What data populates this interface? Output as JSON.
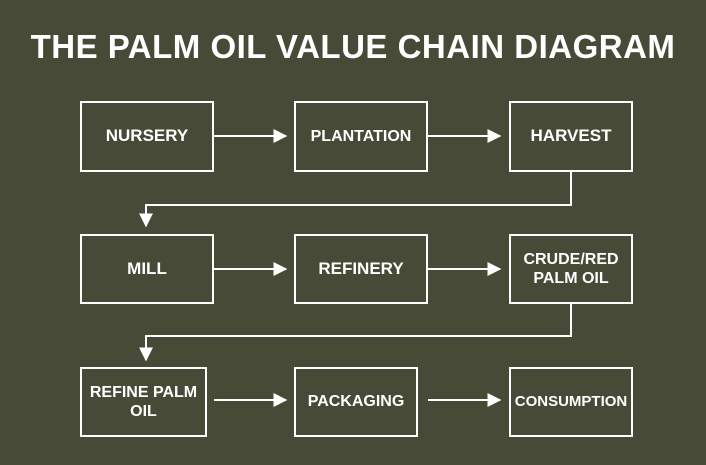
{
  "title": "THE PALM OIL VALUE CHAIN DIAGRAM",
  "colors": {
    "background": "#474a36",
    "foreground": "#ffffff"
  },
  "nodes": {
    "nursery": "NURSERY",
    "plantation": "PLANTATION",
    "harvest": "HARVEST",
    "mill": "MILL",
    "refinery": "REFINERY",
    "crude_red_palm_oil": "CRUDE/RED\nPALM OIL",
    "refine_palm_oil": "REFINE PALM\nOIL",
    "packaging": "PACKAGING",
    "consumption": "CONSUMPTION"
  },
  "flow": [
    [
      "nursery",
      "plantation"
    ],
    [
      "plantation",
      "harvest"
    ],
    [
      "harvest",
      "mill"
    ],
    [
      "mill",
      "refinery"
    ],
    [
      "refinery",
      "crude_red_palm_oil"
    ],
    [
      "crude_red_palm_oil",
      "refine_palm_oil"
    ],
    [
      "refine_palm_oil",
      "packaging"
    ],
    [
      "packaging",
      "consumption"
    ]
  ]
}
